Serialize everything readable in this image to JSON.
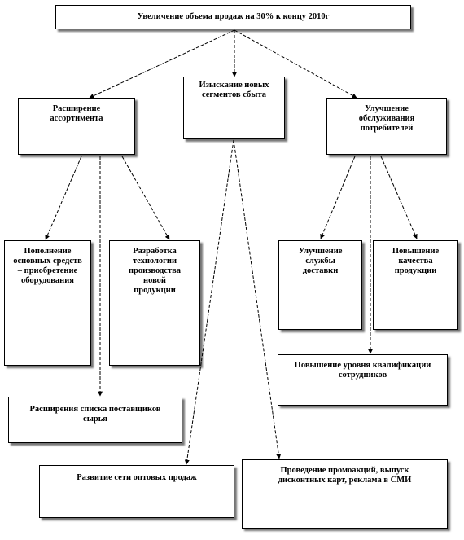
{
  "nodes": {
    "root": "Увеличение объема продаж на 30% к концу 2010г",
    "assortment": "Расширение ассортимента",
    "segments": "Изыскание новых сегментов сбыта",
    "service": "Улучшение обслуживания потребителей",
    "equipment": "Пополнение основных средств – приобретение оборудования",
    "technology": "Разработка технологии производства новой продукции",
    "delivery": "Улучшение службы доставки",
    "quality": "Повышение качества продукции",
    "qualification": "Повышение уровня квалификации сотрудников",
    "suppliers": "Расширения списка поставщиков сырья",
    "wholesale": "Развитие сети оптовых продаж",
    "promotions": "Проведение промоакций, выпуск дисконтных карт, реклама в СМИ"
  },
  "colors": {
    "line": "#000000",
    "box_border": "#000000",
    "box_fill": "#ffffff"
  }
}
